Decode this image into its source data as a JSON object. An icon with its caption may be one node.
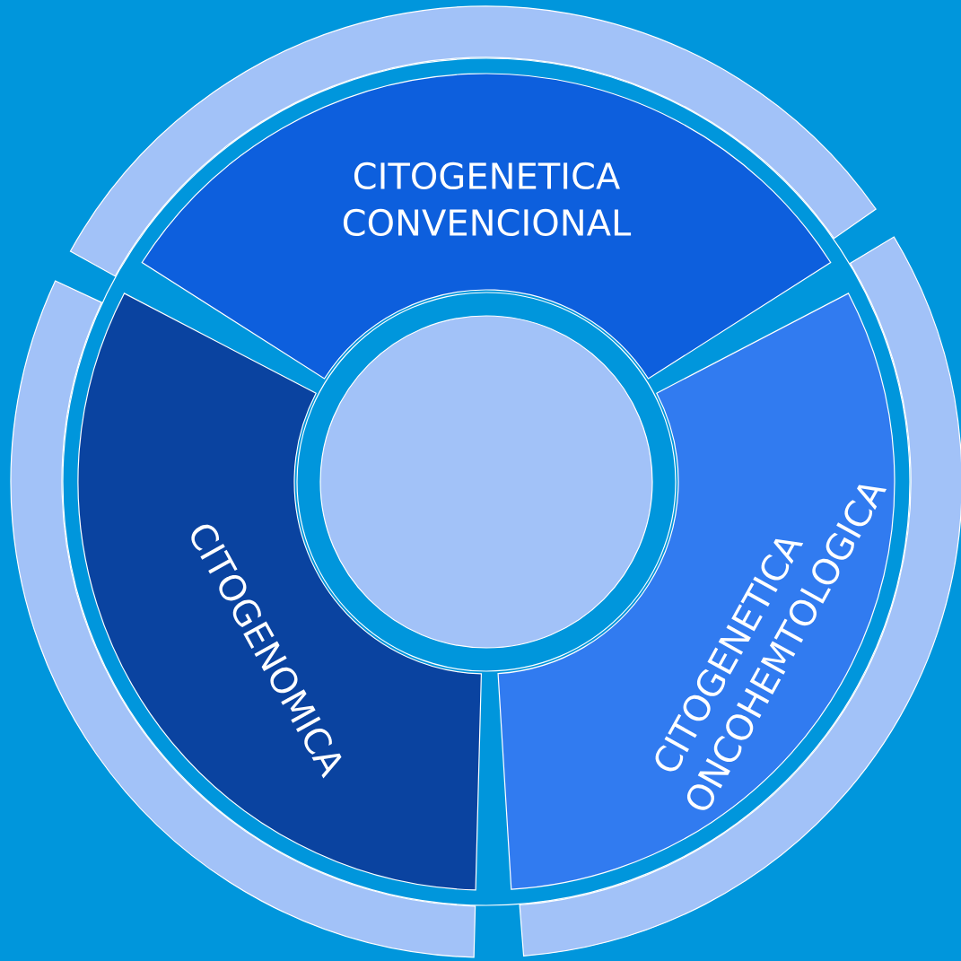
{
  "diagram": {
    "nodes": [
      {
        "text": [],
        "shape": "circle"
      },
      {
        "text": [
          "CITOGENETICA CONVENCIONAL"
        ]
      },
      {
        "text": [
          "CITOGENOMICA"
        ]
      },
      {
        "text": [
          "CITOGENETICA ONCOHEMTOLOGICA"
        ]
      },
      {
        "text": [],
        "shape": "band"
      },
      {
        "text": [],
        "shape": "band"
      },
      {
        "text": [],
        "shape": "band"
      }
    ]
  }
}
